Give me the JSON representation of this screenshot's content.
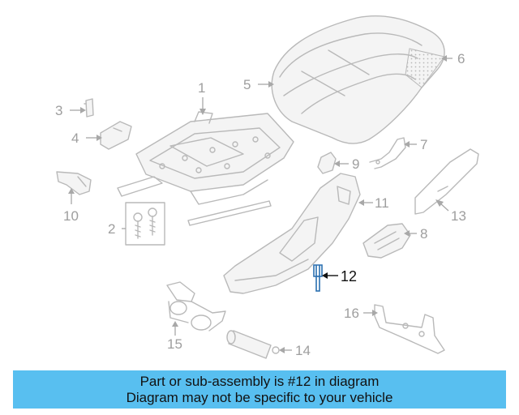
{
  "diagram": {
    "callouts": [
      {
        "id": "1",
        "label": "1"
      },
      {
        "id": "2",
        "label": "2"
      },
      {
        "id": "3",
        "label": "3"
      },
      {
        "id": "4",
        "label": "4"
      },
      {
        "id": "5",
        "label": "5"
      },
      {
        "id": "6",
        "label": "6"
      },
      {
        "id": "7",
        "label": "7"
      },
      {
        "id": "8",
        "label": "8"
      },
      {
        "id": "9",
        "label": "9"
      },
      {
        "id": "10",
        "label": "10"
      },
      {
        "id": "11",
        "label": "11"
      },
      {
        "id": "12",
        "label": "12"
      },
      {
        "id": "13",
        "label": "13"
      },
      {
        "id": "14",
        "label": "14"
      },
      {
        "id": "15",
        "label": "15"
      },
      {
        "id": "16",
        "label": "16"
      }
    ],
    "highlighted_part": "12",
    "highlight_color": "#2a6fb0"
  },
  "banner": {
    "line1": "Part or sub-assembly is #12 in diagram",
    "line2": "Diagram may not be specific to your vehicle",
    "background": "#58bff0"
  }
}
